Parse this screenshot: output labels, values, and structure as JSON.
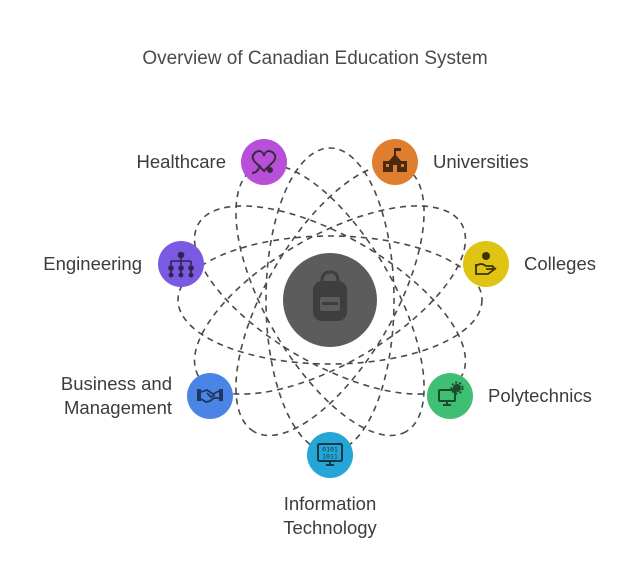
{
  "title": "Overview of Canadian Education System",
  "center": {
    "icon": "backpack-icon",
    "color": "#5c5c5c"
  },
  "nodes": [
    {
      "id": "healthcare",
      "label": "Healthcare",
      "icon": "heart-stethoscope-icon",
      "color": "#b94fd8"
    },
    {
      "id": "universities",
      "label": "Universities",
      "icon": "school-building-icon",
      "color": "#e07e2f"
    },
    {
      "id": "engineering",
      "label": "Engineering",
      "icon": "network-structure-icon",
      "color": "#7a5ae0"
    },
    {
      "id": "colleges",
      "label": "Colleges",
      "icon": "helping-hand-icon",
      "color": "#e0c414"
    },
    {
      "id": "business",
      "label_line1": "Business and",
      "label_line2": "Management",
      "icon": "handshake-icon",
      "color": "#4a85e6"
    },
    {
      "id": "polytechnics",
      "label": "Polytechnics",
      "icon": "computer-gear-icon",
      "color": "#3fbf73"
    },
    {
      "id": "it",
      "label_line1": "Information",
      "label_line2": "Technology",
      "icon": "binary-monitor-icon",
      "color": "#25a6d6"
    }
  ]
}
